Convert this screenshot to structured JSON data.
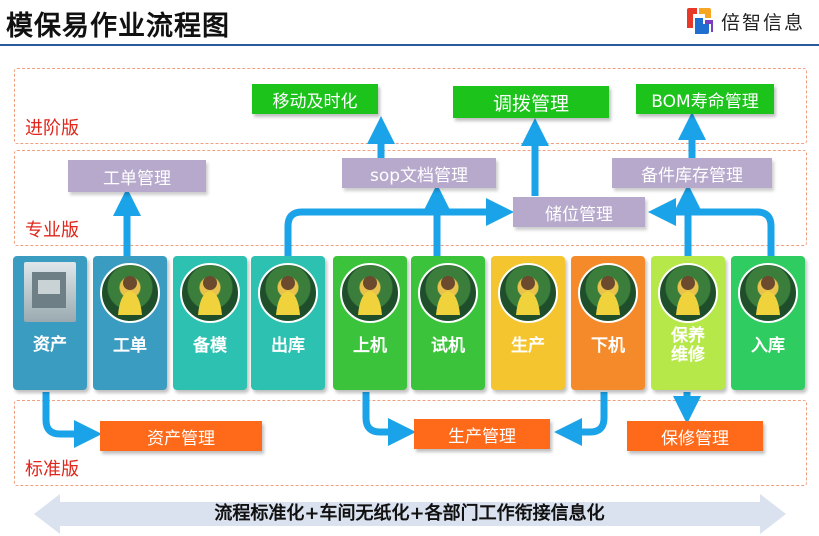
{
  "header": {
    "title": "模保易作业流程图",
    "brand_name": "倍智信息",
    "brand_colors": [
      "#e83828",
      "#1e6fd0",
      "#f5a623",
      "#7a3fbf"
    ]
  },
  "tiers": {
    "advanced": "进阶版",
    "professional": "专业版",
    "standard": "标准版"
  },
  "advanced_boxes": {
    "mobile_realtime": "移动及时化",
    "transfer_mgmt": "调拨管理",
    "bom_life_mgmt": "BOM寿命管理"
  },
  "professional_boxes": {
    "work_order_mgmt": "工单管理",
    "sop_doc_mgmt": "sop文档管理",
    "spare_parts_mgmt": "备件库存管理",
    "storage_location_mgmt": "储位管理"
  },
  "process_columns": [
    {
      "id": "asset",
      "label": "资产",
      "color": "#3a9cc0",
      "icon": "mold-machine-icon"
    },
    {
      "id": "work-order",
      "label": "工单",
      "color": "#3a9cc0",
      "icon": "worker-photo-icon"
    },
    {
      "id": "prepare-mold",
      "label": "备模",
      "color": "#2cc1b0",
      "icon": "worker-photo-icon"
    },
    {
      "id": "outbound",
      "label": "出库",
      "color": "#2cc1b0",
      "icon": "worker-photo-icon"
    },
    {
      "id": "load-machine",
      "label": "上机",
      "color": "#3bc43b",
      "icon": "worker-photo-icon"
    },
    {
      "id": "trial-run",
      "label": "试机",
      "color": "#3bc43b",
      "icon": "worker-photo-icon"
    },
    {
      "id": "production",
      "label": "生产",
      "color": "#f5c52f",
      "icon": "worker-photo-icon"
    },
    {
      "id": "unload-machine",
      "label": "下机",
      "color": "#f58a2a",
      "icon": "worker-photo-icon"
    },
    {
      "id": "maintenance",
      "label": "保养\n维修",
      "color": "#b6e84a",
      "icon": "worker-photo-icon"
    },
    {
      "id": "inbound",
      "label": "入库",
      "color": "#2fcc62",
      "icon": "worker-photo-icon"
    }
  ],
  "standard_boxes": {
    "asset_mgmt": "资产管理",
    "production_mgmt": "生产管理",
    "maintenance_mgmt": "保修管理"
  },
  "footer": {
    "slogan": "流程标准化+车间无纸化+各部门工作衔接信息化"
  },
  "colors": {
    "arrow": "#1aa3e8",
    "green_box": "#1bc31b",
    "purple_box": "#b6a9cc",
    "orange_box": "#ff6a1a",
    "tier_text": "#e0251b",
    "band_border": "#f0a080",
    "bottom_arrow": "#d9e2ee"
  }
}
